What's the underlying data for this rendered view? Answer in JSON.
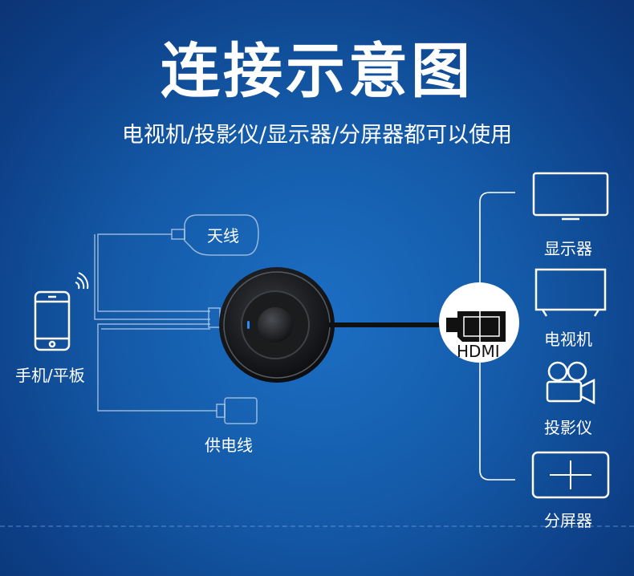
{
  "title": "连接示意图",
  "subtitle": "电视机/投影仪/显示器/分屏器都可以使用",
  "left": {
    "device_label": "手机/平板",
    "antenna_label": "天线",
    "power_label": "供电线"
  },
  "connector_label": "HDMI",
  "outputs": [
    {
      "label": "显示器",
      "icon": "monitor-icon"
    },
    {
      "label": "电视机",
      "icon": "tv-icon"
    },
    {
      "label": "投影仪",
      "icon": "projector-icon"
    },
    {
      "label": "分屏器",
      "icon": "splitter-icon"
    }
  ]
}
